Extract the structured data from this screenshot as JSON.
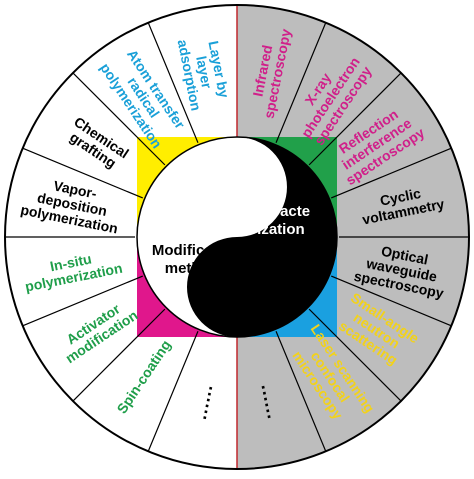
{
  "center": {
    "left_label_lines": [
      "Modification",
      "methods"
    ],
    "right_label_lines": [
      "Characte",
      "rization"
    ]
  },
  "left_segments": [
    {
      "id": "lbl",
      "lines": [
        "Layer by",
        "layer",
        "adsorption"
      ],
      "color": "#1aa0d8"
    },
    {
      "id": "atrp",
      "lines": [
        "Atom transfer",
        "radical",
        "polymerization"
      ],
      "color": "#1aa0d8"
    },
    {
      "id": "chem",
      "lines": [
        "Chemical",
        "grafting"
      ],
      "color": "#000000"
    },
    {
      "id": "vapor",
      "lines": [
        "Vapor-",
        "deposition",
        "polymerization"
      ],
      "color": "#000000"
    },
    {
      "id": "insitu",
      "lines": [
        "In-situ",
        "polymerization"
      ],
      "color": "#1f9e4a"
    },
    {
      "id": "activ",
      "lines": [
        "Activator",
        "modification"
      ],
      "color": "#1f9e4a"
    },
    {
      "id": "spin",
      "lines": [
        "Spin-coating"
      ],
      "color": "#1f9e4a"
    },
    {
      "id": "more_left",
      "lines": [
        "......"
      ],
      "color": "#000000"
    }
  ],
  "right_segments": [
    {
      "id": "ir",
      "lines": [
        "Infrared",
        "spectroscopy"
      ],
      "color": "#d0208a"
    },
    {
      "id": "xps",
      "lines": [
        "X-ray",
        "photoelectron",
        "spectroscopy"
      ],
      "color": "#d0208a"
    },
    {
      "id": "ris",
      "lines": [
        "Reflection",
        "interference",
        "spectroscopy"
      ],
      "color": "#d0208a"
    },
    {
      "id": "cv",
      "lines": [
        "Cyclic",
        "voltammetry"
      ],
      "color": "#000000"
    },
    {
      "id": "ows",
      "lines": [
        "Optical",
        "waveguide",
        "spectroscopy"
      ],
      "color": "#000000"
    },
    {
      "id": "sans",
      "lines": [
        "Small-angle",
        "neutron",
        "scattering"
      ],
      "color": "#f2d21b"
    },
    {
      "id": "lscm",
      "lines": [
        "Laser scanning",
        "confocal",
        "microscopy"
      ],
      "color": "#f2d21b"
    },
    {
      "id": "more_right",
      "lines": [
        "......"
      ],
      "color": "#000000"
    }
  ],
  "colors": {
    "right_fill": "#bdbdbd",
    "left_fill": "#ffffff",
    "outline": "#000000",
    "divider": "#c0282e",
    "sq_yellow": "#ffee00",
    "sq_green": "#21a04a",
    "sq_magenta": "#e0178c",
    "sq_cyan": "#1aa0e0"
  }
}
